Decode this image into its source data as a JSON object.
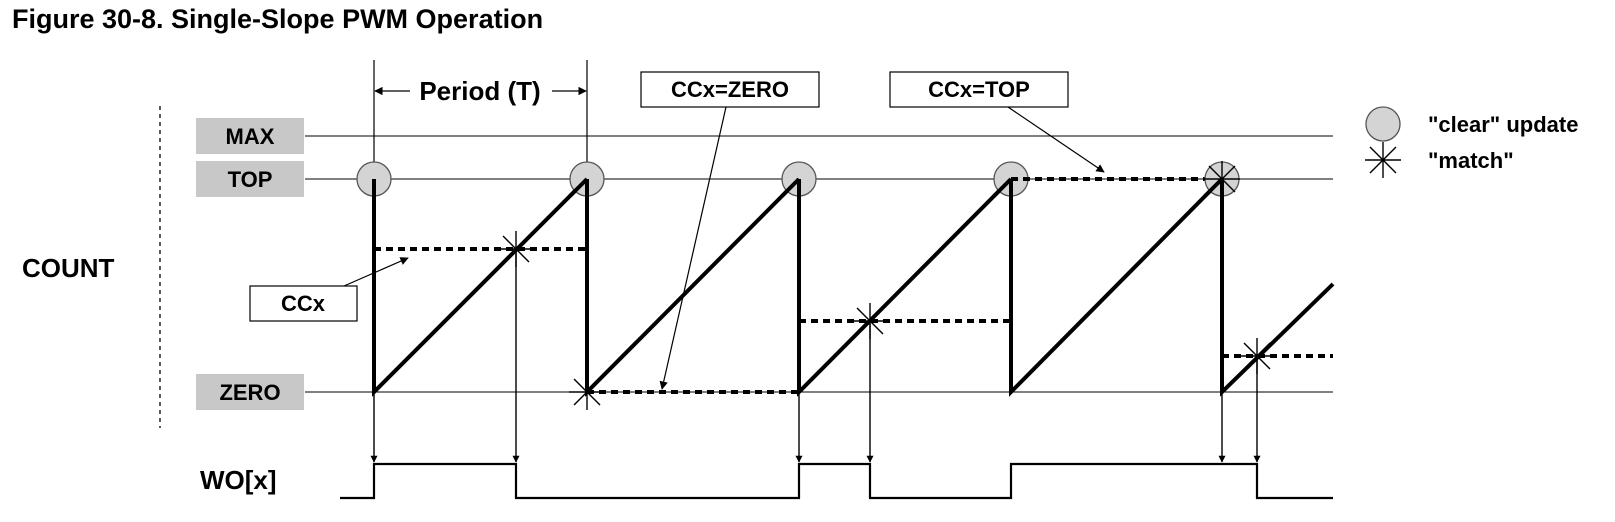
{
  "figure_title": "Figure 30-8. Single-Slope PWM Operation",
  "labels": {
    "count": "COUNT",
    "max": "MAX",
    "top": "TOP",
    "zero": "ZERO",
    "wo": "WO[x]",
    "period": "Period (T)",
    "ccx": "CCx",
    "ccx_zero": "CCx=ZERO",
    "ccx_top": "CCx=TOP"
  },
  "legend": {
    "clear_update": "\"clear\" update",
    "match": "\"match\""
  },
  "colors": {
    "label_box_fill": "#c8c8c8",
    "circle_fill": "#d4d4d4",
    "line": "#000000"
  }
}
